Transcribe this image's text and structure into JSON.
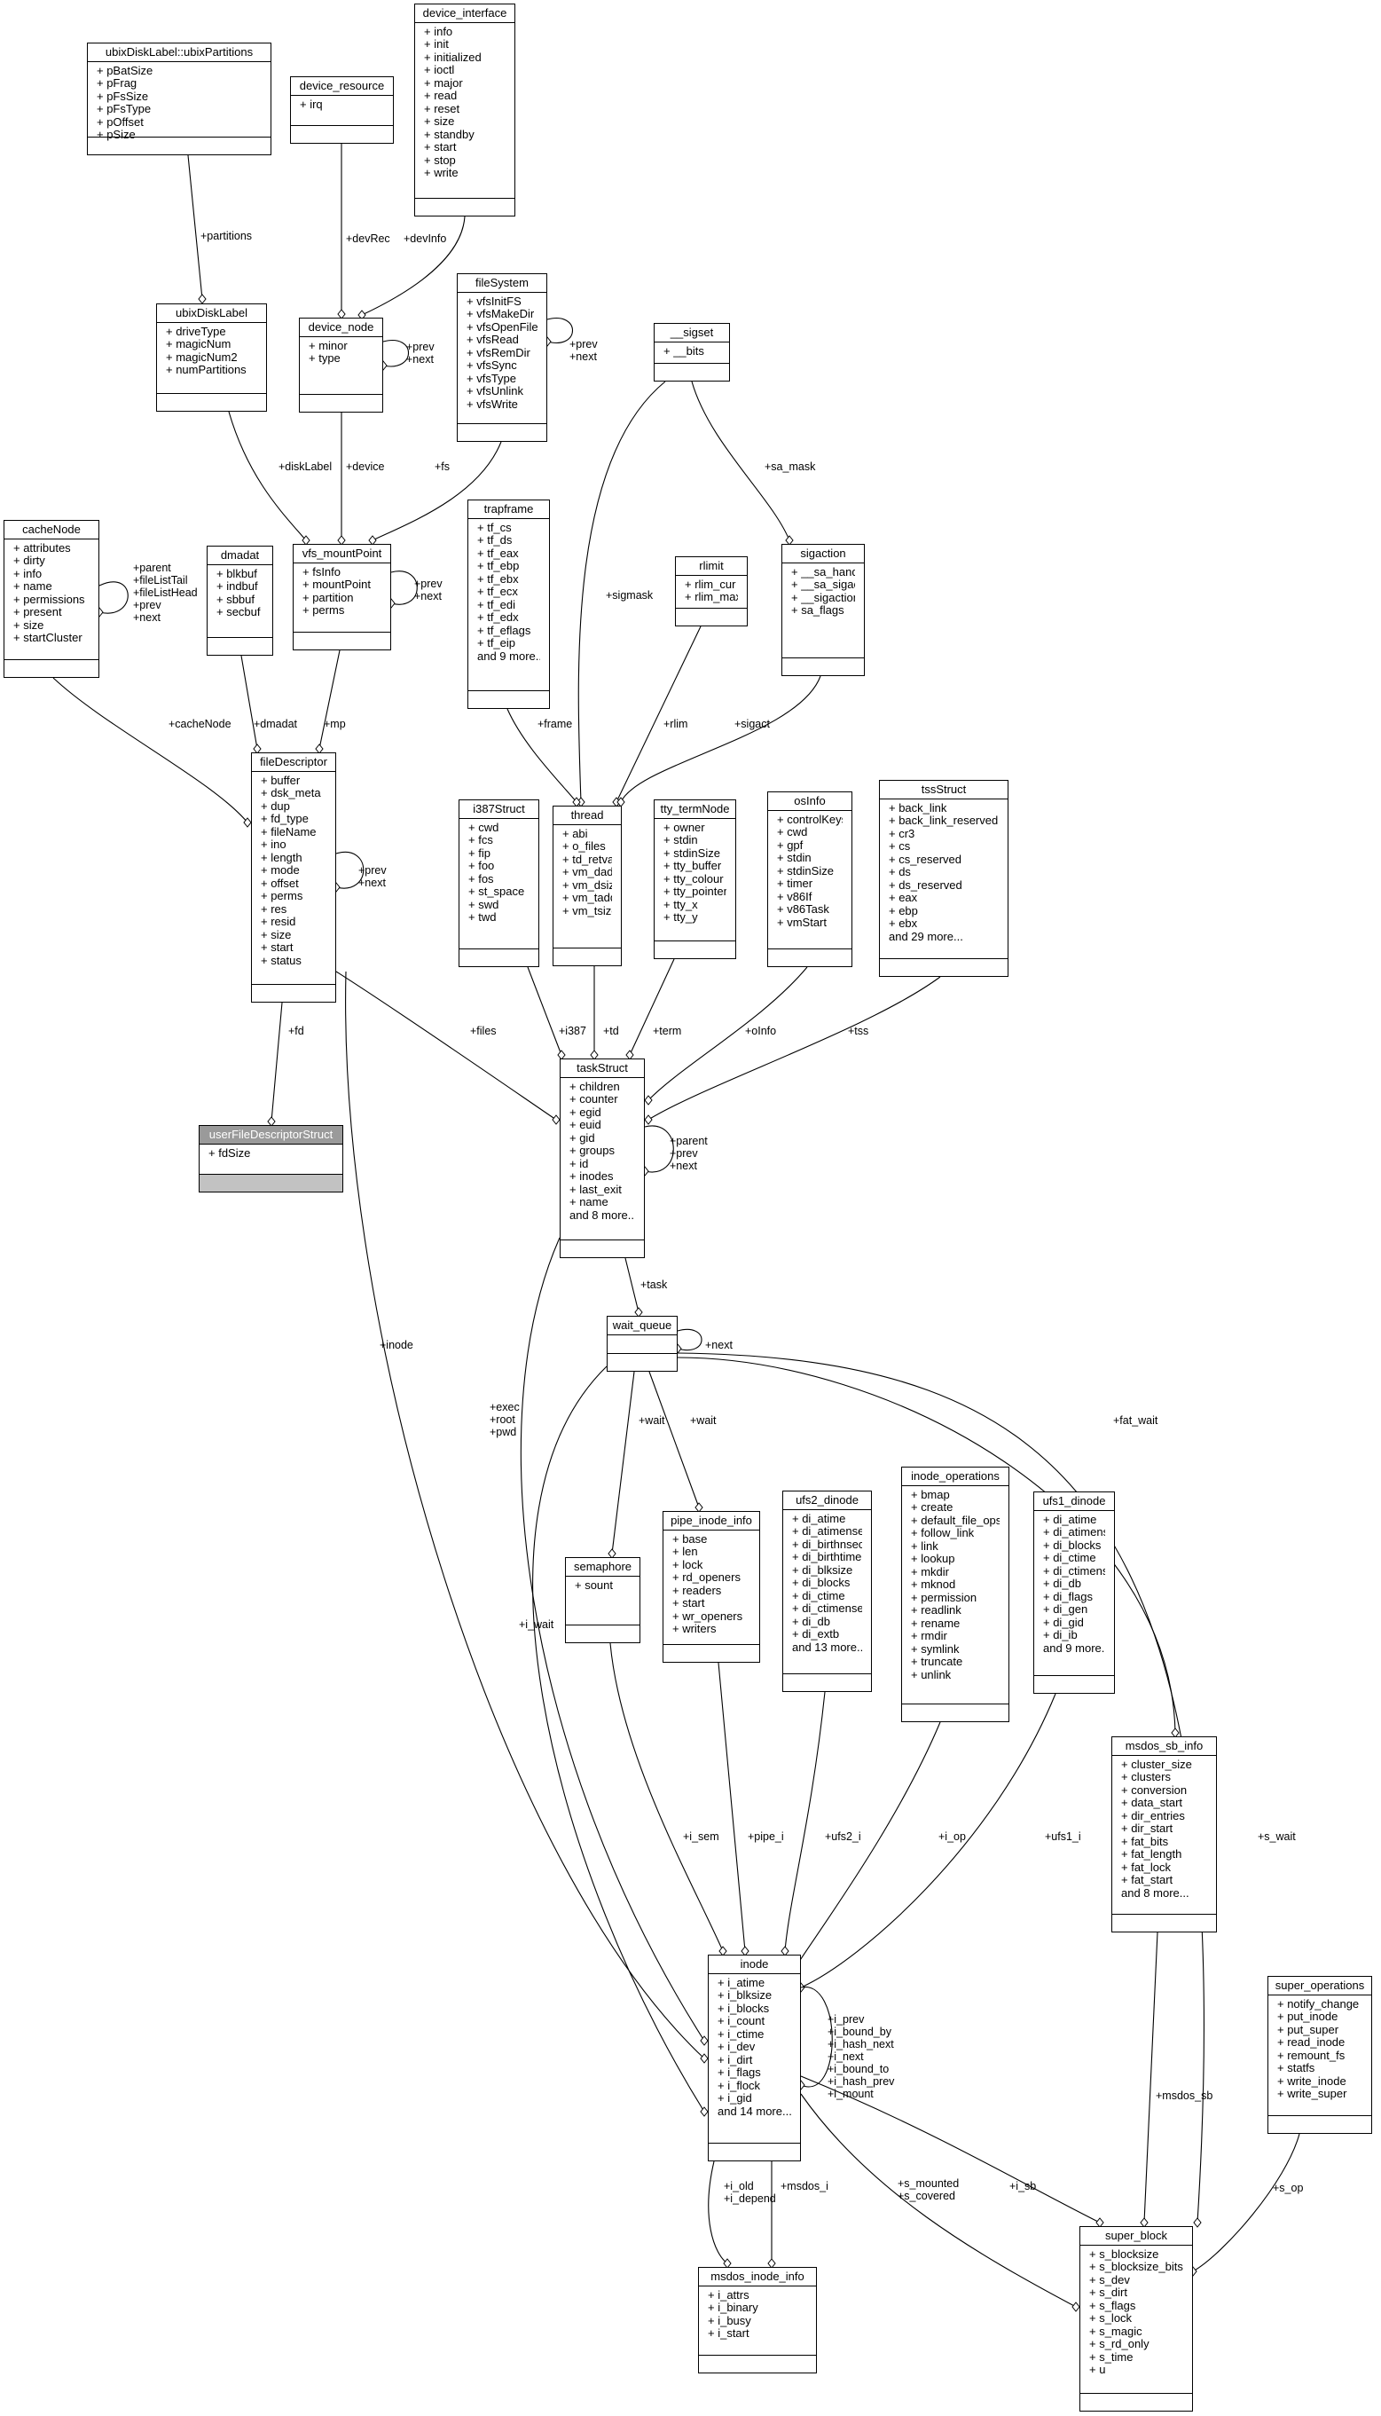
{
  "classes": [
    {
      "id": "ubixDiskLabelPartitions",
      "name": "ubixDiskLabel::ubixPartitions",
      "attrs": [
        "+ pBatSize",
        "+ pFrag",
        "+ pFsSize",
        "+ pFsType",
        "+ pOffset",
        "+ pSize"
      ]
    },
    {
      "id": "device_resource",
      "name": "device_resource",
      "attrs": [
        "+ irq"
      ]
    },
    {
      "id": "device_interface",
      "name": "device_interface",
      "attrs": [
        "+ info",
        "+ init",
        "+ initialized",
        "+ ioctl",
        "+ major",
        "+ read",
        "+ reset",
        "+ size",
        "+ standby",
        "+ start",
        "+ stop",
        "+ write"
      ]
    },
    {
      "id": "ubixDiskLabel",
      "name": "ubixDiskLabel",
      "attrs": [
        "+ driveType",
        "+ magicNum",
        "+ magicNum2",
        "+ numPartitions"
      ]
    },
    {
      "id": "device_node",
      "name": "device_node",
      "attrs": [
        "+ minor",
        "+ type"
      ]
    },
    {
      "id": "fileSystem",
      "name": "fileSystem",
      "attrs": [
        "+ vfsInitFS",
        "+ vfsMakeDir",
        "+ vfsOpenFile",
        "+ vfsRead",
        "+ vfsRemDir",
        "+ vfsSync",
        "+ vfsType",
        "+ vfsUnlink",
        "+ vfsWrite"
      ]
    },
    {
      "id": "sigset",
      "name": "__sigset",
      "attrs": [
        "+ __bits"
      ]
    },
    {
      "id": "cacheNode",
      "name": "cacheNode",
      "attrs": [
        "+ attributes",
        "+ dirty",
        "+ info",
        "+ name",
        "+ permissions",
        "+ present",
        "+ size",
        "+ startCluster"
      ]
    },
    {
      "id": "dmadat",
      "name": "dmadat",
      "attrs": [
        "+ blkbuf",
        "+ indbuf",
        "+ sbbuf",
        "+ secbuf"
      ]
    },
    {
      "id": "vfs_mountPoint",
      "name": "vfs_mountPoint",
      "attrs": [
        "+ fsInfo",
        "+ mountPoint",
        "+ partition",
        "+ perms"
      ]
    },
    {
      "id": "trapframe",
      "name": "trapframe",
      "attrs": [
        "+ tf_cs",
        "+ tf_ds",
        "+ tf_eax",
        "+ tf_ebp",
        "+ tf_ebx",
        "+ tf_ecx",
        "+ tf_edi",
        "+ tf_edx",
        "+ tf_eflags",
        "+ tf_eip",
        "and 9 more..."
      ]
    },
    {
      "id": "rlimit",
      "name": "rlimit",
      "attrs": [
        "+ rlim_cur",
        "+ rlim_max"
      ]
    },
    {
      "id": "sigaction",
      "name": "sigaction",
      "attrs": [
        "+ __sa_handler",
        "+ __sa_sigaction",
        "+ __sigaction_u",
        "+ sa_flags"
      ]
    },
    {
      "id": "fileDescriptor",
      "name": "fileDescriptor",
      "attrs": [
        "+ buffer",
        "+ dsk_meta",
        "+ dup",
        "+ fd_type",
        "+ fileName",
        "+ ino",
        "+ length",
        "+ mode",
        "+ offset",
        "+ perms",
        "+ res",
        "+ resid",
        "+ size",
        "+ start",
        "+ status"
      ]
    },
    {
      "id": "i387Struct",
      "name": "i387Struct",
      "attrs": [
        "+ cwd",
        "+ fcs",
        "+ fip",
        "+ foo",
        "+ fos",
        "+ st_space",
        "+ swd",
        "+ twd"
      ]
    },
    {
      "id": "thread",
      "name": "thread",
      "attrs": [
        "+ abi",
        "+ o_files",
        "+ td_retval",
        "+ vm_daddr",
        "+ vm_dsize",
        "+ vm_taddr",
        "+ vm_tsize"
      ]
    },
    {
      "id": "tty_termNode",
      "name": "tty_termNode",
      "attrs": [
        "+ owner",
        "+ stdin",
        "+ stdinSize",
        "+ tty_buffer",
        "+ tty_colour",
        "+ tty_pointer",
        "+ tty_x",
        "+ tty_y"
      ]
    },
    {
      "id": "osInfo",
      "name": "osInfo",
      "attrs": [
        "+ controlKeys",
        "+ cwd",
        "+ gpf",
        "+ stdin",
        "+ stdinSize",
        "+ timer",
        "+ v86If",
        "+ v86Task",
        "+ vmStart"
      ]
    },
    {
      "id": "tssStruct",
      "name": "tssStruct",
      "attrs": [
        "+ back_link",
        "+ back_link_reserved",
        "+ cr3",
        "+ cs",
        "+ cs_reserved",
        "+ ds",
        "+ ds_reserved",
        "+ eax",
        "+ ebp",
        "+ ebx",
        "and 29 more..."
      ]
    },
    {
      "id": "userFileDescriptorStruct",
      "name": "userFileDescriptorStruct",
      "attrs": [
        "+ fdSize"
      ]
    },
    {
      "id": "taskStruct",
      "name": "taskStruct",
      "attrs": [
        "+ children",
        "+ counter",
        "+ egid",
        "+ euid",
        "+ gid",
        "+ groups",
        "+ id",
        "+ inodes",
        "+ last_exit",
        "+ name",
        "and 8 more..."
      ]
    },
    {
      "id": "wait_queue",
      "name": "wait_queue",
      "attrs": []
    },
    {
      "id": "semaphore",
      "name": "semaphore",
      "attrs": [
        "+ sount"
      ]
    },
    {
      "id": "pipe_inode_info",
      "name": "pipe_inode_info",
      "attrs": [
        "+ base",
        "+ len",
        "+ lock",
        "+ rd_openers",
        "+ readers",
        "+ start",
        "+ wr_openers",
        "+ writers"
      ]
    },
    {
      "id": "ufs2_dinode",
      "name": "ufs2_dinode",
      "attrs": [
        "+ di_atime",
        "+ di_atimensec",
        "+ di_birthnsec",
        "+ di_birthtime",
        "+ di_blksize",
        "+ di_blocks",
        "+ di_ctime",
        "+ di_ctimensec",
        "+ di_db",
        "+ di_extb",
        "and 13 more..."
      ]
    },
    {
      "id": "inode_operations",
      "name": "inode_operations",
      "attrs": [
        "+ bmap",
        "+ create",
        "+ default_file_ops",
        "+ follow_link",
        "+ link",
        "+ lookup",
        "+ mkdir",
        "+ mknod",
        "+ permission",
        "+ readlink",
        "+ rename",
        "+ rmdir",
        "+ symlink",
        "+ truncate",
        "+ unlink"
      ]
    },
    {
      "id": "ufs1_dinode",
      "name": "ufs1_dinode",
      "attrs": [
        "+ di_atime",
        "+ di_atimensec",
        "+ di_blocks",
        "+ di_ctime",
        "+ di_ctimensec",
        "+ di_db",
        "+ di_flags",
        "+ di_gen",
        "+ di_gid",
        "+ di_ib",
        "and 9 more..."
      ]
    },
    {
      "id": "msdos_sb_info",
      "name": "msdos_sb_info",
      "attrs": [
        "+ cluster_size",
        "+ clusters",
        "+ conversion",
        "+ data_start",
        "+ dir_entries",
        "+ dir_start",
        "+ fat_bits",
        "+ fat_length",
        "+ fat_lock",
        "+ fat_start",
        "and 8 more..."
      ]
    },
    {
      "id": "inode",
      "name": "inode",
      "attrs": [
        "+ i_atime",
        "+ i_blksize",
        "+ i_blocks",
        "+ i_count",
        "+ i_ctime",
        "+ i_dev",
        "+ i_dirt",
        "+ i_flags",
        "+ i_flock",
        "+ i_gid",
        "and 14 more..."
      ]
    },
    {
      "id": "super_operations",
      "name": "super_operations",
      "attrs": [
        "+ notify_change",
        "+ put_inode",
        "+ put_super",
        "+ read_inode",
        "+ remount_fs",
        "+ statfs",
        "+ write_inode",
        "+ write_super"
      ]
    },
    {
      "id": "super_block",
      "name": "super_block",
      "attrs": [
        "+ s_blocksize",
        "+ s_blocksize_bits",
        "+ s_dev",
        "+ s_dirt",
        "+ s_flags",
        "+ s_lock",
        "+ s_magic",
        "+ s_rd_only",
        "+ s_time",
        "+ u"
      ]
    },
    {
      "id": "msdos_inode_info",
      "name": "msdos_inode_info",
      "attrs": [
        "+ i_attrs",
        "+ i_binary",
        "+ i_busy",
        "+ i_start"
      ]
    }
  ],
  "edges": [
    {
      "id": "partitions",
      "label": "+partitions"
    },
    {
      "id": "devRec",
      "label": "+devRec"
    },
    {
      "id": "devInfo",
      "label": "+devInfo"
    },
    {
      "id": "device_node_self",
      "label": "+prev\n+next"
    },
    {
      "id": "fileSystem_self",
      "label": "+prev\n+next"
    },
    {
      "id": "diskLabel",
      "label": "+diskLabel"
    },
    {
      "id": "device",
      "label": "+device"
    },
    {
      "id": "fs",
      "label": "+fs"
    },
    {
      "id": "sa_mask",
      "label": "+sa_mask"
    },
    {
      "id": "cacheNode_self",
      "label": "+parent\n+fileListTail\n+fileListHead\n+prev\n+next"
    },
    {
      "id": "vfs_self",
      "label": "+prev\n+next"
    },
    {
      "id": "sigmask",
      "label": "+sigmask"
    },
    {
      "id": "cacheNodeRef",
      "label": "+cacheNode"
    },
    {
      "id": "dmadatRef",
      "label": "+dmadat"
    },
    {
      "id": "mp",
      "label": "+mp"
    },
    {
      "id": "frame",
      "label": "+frame"
    },
    {
      "id": "rlim",
      "label": "+rlim"
    },
    {
      "id": "sigact",
      "label": "+sigact"
    },
    {
      "id": "fileDescriptor_self",
      "label": "+prev\n+next"
    },
    {
      "id": "fd",
      "label": "+fd"
    },
    {
      "id": "files",
      "label": "+files"
    },
    {
      "id": "i387",
      "label": "+i387"
    },
    {
      "id": "td",
      "label": "+td"
    },
    {
      "id": "term",
      "label": "+term"
    },
    {
      "id": "oInfo",
      "label": "+oInfo"
    },
    {
      "id": "tss",
      "label": "+tss"
    },
    {
      "id": "taskStruct_self",
      "label": "+parent\n+prev\n+next"
    },
    {
      "id": "taskRef",
      "label": "+task"
    },
    {
      "id": "wait_queue_self",
      "label": "+next"
    },
    {
      "id": "inodeRef",
      "label": "+inode"
    },
    {
      "id": "exec",
      "label": "+exec\n+root\n+pwd"
    },
    {
      "id": "sem_wait",
      "label": "+wait"
    },
    {
      "id": "pipe_wait",
      "label": "+wait"
    },
    {
      "id": "fat_wait",
      "label": "+fat_wait"
    },
    {
      "id": "i_wait",
      "label": "+i_wait"
    },
    {
      "id": "i_sem",
      "label": "+i_sem"
    },
    {
      "id": "pipe_i",
      "label": "+pipe_i"
    },
    {
      "id": "ufs2_i",
      "label": "+ufs2_i"
    },
    {
      "id": "i_op",
      "label": "+i_op"
    },
    {
      "id": "ufs1_i",
      "label": "+ufs1_i"
    },
    {
      "id": "s_wait",
      "label": "+s_wait"
    },
    {
      "id": "inode_self",
      "label": "+i_prev\n+i_bound_by\n+i_hash_next\n+i_next\n+i_bound_to\n+i_hash_prev\n+i_mount"
    },
    {
      "id": "msdos_sb",
      "label": "+msdos_sb"
    },
    {
      "id": "s_op",
      "label": "+s_op"
    },
    {
      "id": "i_old",
      "label": "+i_old\n+i_depend"
    },
    {
      "id": "msdos_i",
      "label": "+msdos_i"
    },
    {
      "id": "s_mounted",
      "label": "+s_mounted\n+s_covered"
    },
    {
      "id": "i_sb",
      "label": "+i_sb"
    }
  ]
}
